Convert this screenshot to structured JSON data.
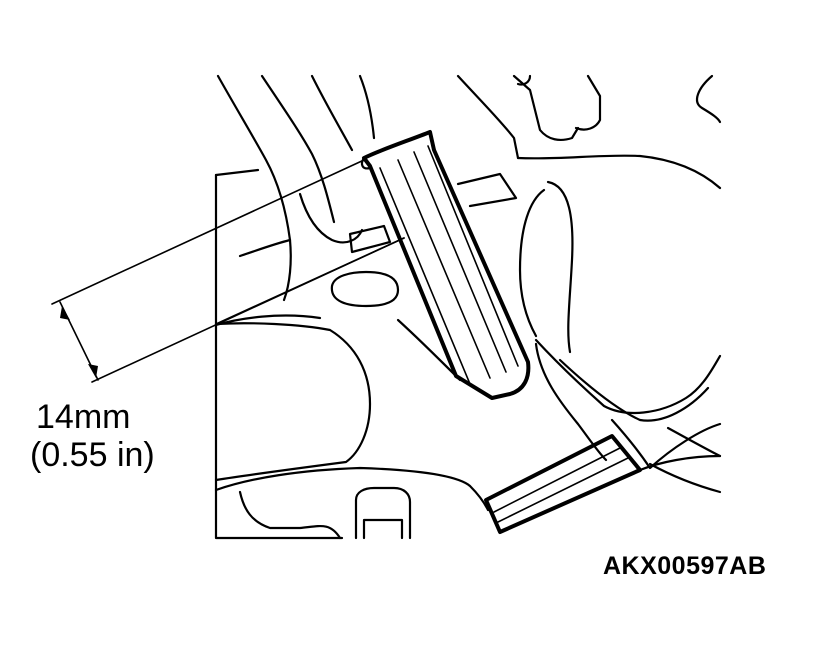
{
  "callout": {
    "measurement_mm": "14mm",
    "measurement_in": "(0.55 in)"
  },
  "figure_id": "AKX00597AB",
  "colors": {
    "line": "#000000",
    "background": "#ffffff"
  }
}
